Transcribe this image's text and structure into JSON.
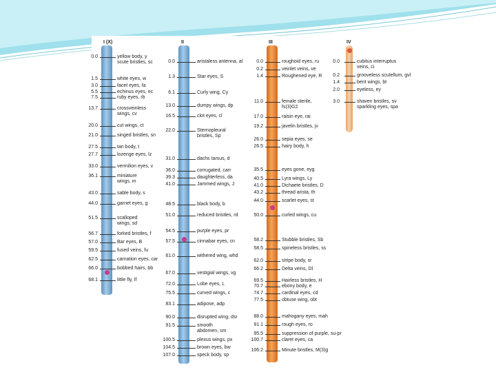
{
  "chromosomes": [
    {
      "id": "I",
      "header": "I (X)",
      "genes": [
        {
          "pos": "0.0",
          "name": "yellow body, y\nscute bristles, sc"
        },
        {
          "pos": "1.5",
          "name": "white eyes, w"
        },
        {
          "pos": "3.0",
          "name": "facet eyes, fa"
        },
        {
          "pos": "5.5",
          "name": "echinus eyes, ec"
        },
        {
          "pos": "7.5",
          "name": "ruby eyes, rb"
        },
        {
          "pos": "13.7",
          "name": "crossveinless\nwings, cv"
        },
        {
          "pos": "20.0",
          "name": "cut wings, ct"
        },
        {
          "pos": "21.0",
          "name": "singed bristles, sn"
        },
        {
          "pos": "27.5",
          "name": "tan body, t"
        },
        {
          "pos": "27.7",
          "name": "lozenge eyes, lz"
        },
        {
          "pos": "33.0",
          "name": "vermilion eyes, v"
        },
        {
          "pos": "36.1",
          "name": "miniature\nwings, m"
        },
        {
          "pos": "43.0",
          "name": "sable body, s"
        },
        {
          "pos": "44.0",
          "name": "garnet eyes, g"
        },
        {
          "pos": "51.5",
          "name": "scalloped\nwings, sd"
        },
        {
          "pos": "56.7",
          "name": "forked bristles, f"
        },
        {
          "pos": "57.0",
          "name": "Bar eyes, B"
        },
        {
          "pos": "59.5",
          "name": "fused veins, fu"
        },
        {
          "pos": "62.5",
          "name": "carnation eyes, car"
        },
        {
          "pos": "66.0",
          "name": "bobbed hairs, bb"
        },
        {
          "pos": "68.1",
          "name": "little fly, lf"
        }
      ]
    },
    {
      "id": "II",
      "header": "II",
      "genes": [
        {
          "pos": "0.0",
          "name": "aristaless antenna, al"
        },
        {
          "pos": "1.3",
          "name": "Star eyes, S"
        },
        {
          "pos": "6.1",
          "name": "Curly wing, Cy"
        },
        {
          "pos": "13.0",
          "name": "dumpy wings, dp"
        },
        {
          "pos": "16.5",
          "name": "clot eyes, cl"
        },
        {
          "pos": "22.0",
          "name": "Sternopleural\nbristles, Sp"
        },
        {
          "pos": "31.0",
          "name": "dachs tarsus, d"
        },
        {
          "pos": "36.0",
          "name": "corrugated, carr"
        },
        {
          "pos": "39.3",
          "name": "daughterless, da"
        },
        {
          "pos": "41.0",
          "name": "Jammed wings, J"
        },
        {
          "pos": "48.5",
          "name": "black body, b"
        },
        {
          "pos": "51.0",
          "name": "reduced bristles, rd"
        },
        {
          "pos": "54.5",
          "name": "purple eyes, pr"
        },
        {
          "pos": "57.5",
          "name": "cinnabar eyes, cn"
        },
        {
          "pos": "61.0",
          "name": "withered wing, whd"
        },
        {
          "pos": "67.0",
          "name": "vestigial wings, vg"
        },
        {
          "pos": "72.0",
          "name": "Lobe eyes, L"
        },
        {
          "pos": "75.5",
          "name": "curved wings, c"
        },
        {
          "pos": "83.1",
          "name": "adipose, adp"
        },
        {
          "pos": "90.0",
          "name": "disrupted wing, dsr"
        },
        {
          "pos": "91.5",
          "name": "smooth\nabdomen, sm"
        },
        {
          "pos": "100.5",
          "name": "plexus wings, px"
        },
        {
          "pos": "104.5",
          "name": "brown eyes, bw"
        },
        {
          "pos": "107.0",
          "name": "speck body, sp"
        }
      ]
    },
    {
      "id": "III",
      "header": "III",
      "genes": [
        {
          "pos": "0.0",
          "name": "roughoid eyes, ru"
        },
        {
          "pos": "0.2",
          "name": "veinlet veins, ve"
        },
        {
          "pos": "1.4",
          "name": "Roughened eye, R"
        },
        {
          "pos": "11.0",
          "name": "female sterile,\nfs(3)G2"
        },
        {
          "pos": "17.0",
          "name": "raisin eye, rai"
        },
        {
          "pos": "19.2",
          "name": "javelin bristles, jv"
        },
        {
          "pos": "26.0",
          "name": "sepia eyes, se"
        },
        {
          "pos": "26.5",
          "name": "hairy body, h"
        },
        {
          "pos": "35.5",
          "name": "eyes gone, eyg"
        },
        {
          "pos": "40.5",
          "name": "Lyra wings, Ly"
        },
        {
          "pos": "41.0",
          "name": "Dichaete bristles, D"
        },
        {
          "pos": "43.2",
          "name": "thread arista, th"
        },
        {
          "pos": "44.0",
          "name": "scarlet eyes, st"
        },
        {
          "pos": "50.0",
          "name": "curled wings, cu"
        },
        {
          "pos": "58.2",
          "name": "Stubble bristles, Sb"
        },
        {
          "pos": "58.5",
          "name": "spineless bristles, ss"
        },
        {
          "pos": "62.0",
          "name": "stripe body, sr"
        },
        {
          "pos": "66.2",
          "name": "Delta veins, Dl"
        },
        {
          "pos": "69.5",
          "name": "Hairless bristles, H"
        },
        {
          "pos": "70.7",
          "name": "ebony body, e"
        },
        {
          "pos": "74.7",
          "name": "cardinal eyes, cd"
        },
        {
          "pos": "77.5",
          "name": "obtuse wing, obt"
        },
        {
          "pos": "88.0",
          "name": "mahogany eyes, mah"
        },
        {
          "pos": "91.1",
          "name": "rough eyes, ro"
        },
        {
          "pos": "95.5",
          "name": "suppression of purple, su-pr"
        },
        {
          "pos": "100.7",
          "name": "claret eyes, ca"
        },
        {
          "pos": "106.2",
          "name": "Minute bristles, M(3)g"
        }
      ]
    },
    {
      "id": "IV",
      "header": "IV",
      "genes": [
        {
          "pos": "0.0",
          "name": "cubitus interruptus\nveins, ci"
        },
        {
          "pos": "0.2",
          "name": "grooveless scutellum, gvl"
        },
        {
          "pos": "1.4",
          "name": "bent wings, bt"
        },
        {
          "pos": "2.0",
          "name": "eyeless, ey"
        },
        {
          "pos": "3.0",
          "name": "shaven bristles, sv\nsparkling eyes, spa"
        }
      ]
    }
  ],
  "colors": {
    "chrom_blue": "#7fb0da",
    "chrom_orange": "#ef8f3a",
    "chrom_light_orange": "#f4b47a",
    "centromere": "#c93a8c"
  }
}
